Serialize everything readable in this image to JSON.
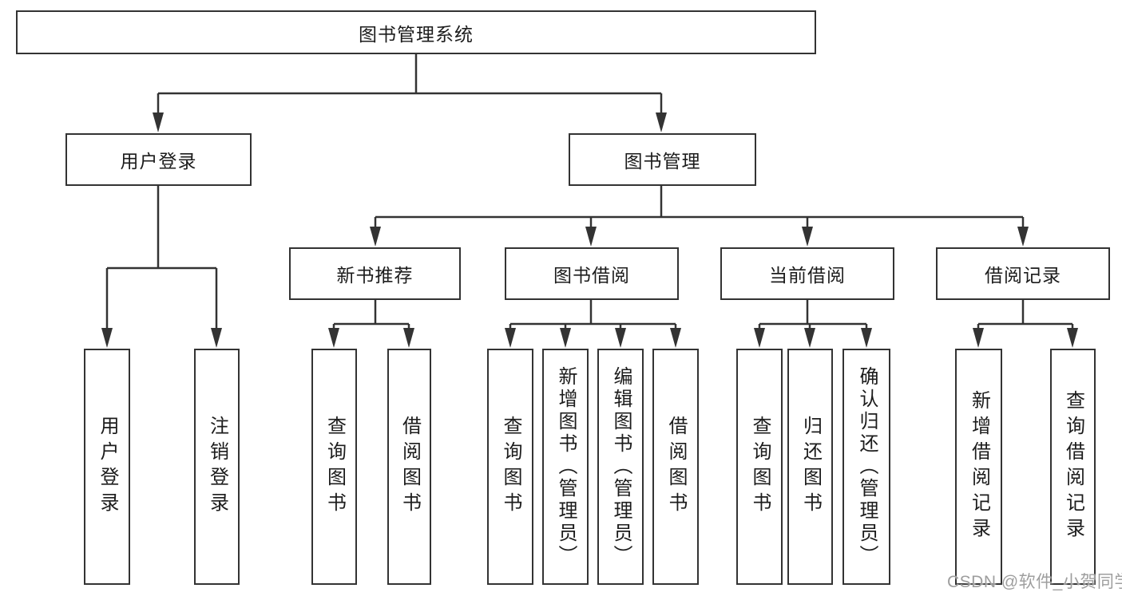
{
  "tree": {
    "root": {
      "label": "图书管理系统",
      "children": [
        {
          "label": "用户登录",
          "children": [
            {
              "label": "用户登录"
            },
            {
              "label": "注销登录"
            }
          ]
        },
        {
          "label": "图书管理",
          "children": [
            {
              "label": "新书推荐",
              "children": [
                {
                  "label": "查询图书"
                },
                {
                  "label": "借阅图书"
                }
              ]
            },
            {
              "label": "图书借阅",
              "children": [
                {
                  "label": "查询图书"
                },
                {
                  "label": "新增图书（管理员）"
                },
                {
                  "label": "编辑图书（管理员）"
                },
                {
                  "label": "借阅图书"
                }
              ]
            },
            {
              "label": "当前借阅",
              "children": [
                {
                  "label": "查询图书"
                },
                {
                  "label": "归还图书"
                },
                {
                  "label": "确认归还（管理员）"
                }
              ]
            },
            {
              "label": "借阅记录",
              "children": [
                {
                  "label": "新增借阅记录"
                },
                {
                  "label": "查询借阅记录"
                }
              ]
            }
          ]
        }
      ]
    }
  },
  "watermark": "CSDN @软件_小贺同学",
  "colors": {
    "line": "#333333",
    "text": "#1c1c1c",
    "watermark": "#9e9e9e",
    "background": "#ffffff"
  }
}
